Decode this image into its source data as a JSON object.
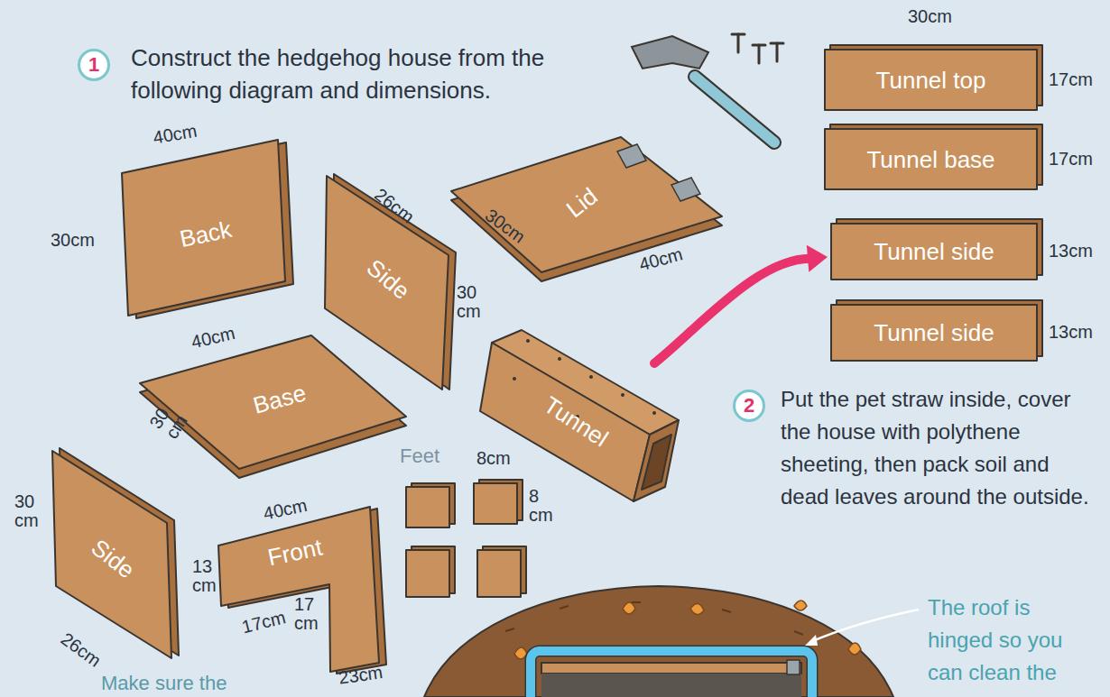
{
  "diagram": {
    "nodes": [
      {
        "text": [
          "Back"
        ]
      },
      {
        "text": [
          "Side"
        ]
      },
      {
        "text": [
          "Lid"
        ]
      },
      {
        "text": [
          "Tunnel top"
        ]
      },
      {
        "text": [
          "Tunnel base"
        ]
      },
      {
        "text": [
          "Base"
        ]
      },
      {
        "text": [
          "Tunnel"
        ]
      },
      {
        "text": [
          "Tunnel side"
        ]
      },
      {
        "text": [
          "Tunnel side"
        ]
      },
      {
        "text": [
          "Side"
        ]
      },
      {
        "text": [
          "Front"
        ]
      }
    ],
    "edges": [
      {
        "from": 6,
        "to": 7,
        "arrow": "to"
      }
    ],
    "labels": [
      "1",
      "Construct the hedgehog house from the following diagram and dimensions.",
      "30cm",
      "17cm",
      "17cm",
      "13cm",
      "13cm",
      "40cm",
      "30cm",
      "26cm",
      "30 cm",
      "30cm",
      "40cm",
      "40cm",
      "30 cm",
      "2",
      "Put the pet straw inside, cover the house with polythene sheeting, then pack soil and dead leaves around the outside.",
      "Feet",
      "8cm",
      "8 cm",
      "30 cm",
      "26cm",
      "40cm",
      "13 cm",
      "17cm",
      "17 cm",
      "23cm",
      "Make sure the",
      "The roof is hinged so you can clean the"
    ]
  }
}
